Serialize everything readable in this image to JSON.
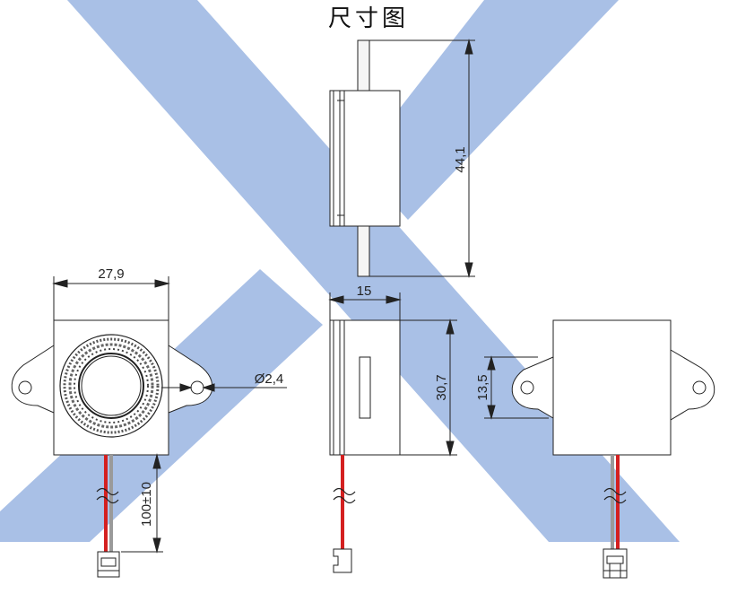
{
  "title": "尺寸图",
  "dimensions": {
    "length_top": "44,1",
    "width_front": "27,9",
    "depth_side": "15",
    "height_side": "30,7",
    "hole_diameter": "Ø2,4",
    "lead_length": "100±10",
    "flange_height": "13,5"
  },
  "colors": {
    "watermark": "#a9c0e6",
    "outline": "#222222",
    "wire_red": "#d42020",
    "wire_grey": "#9a9a9a"
  }
}
